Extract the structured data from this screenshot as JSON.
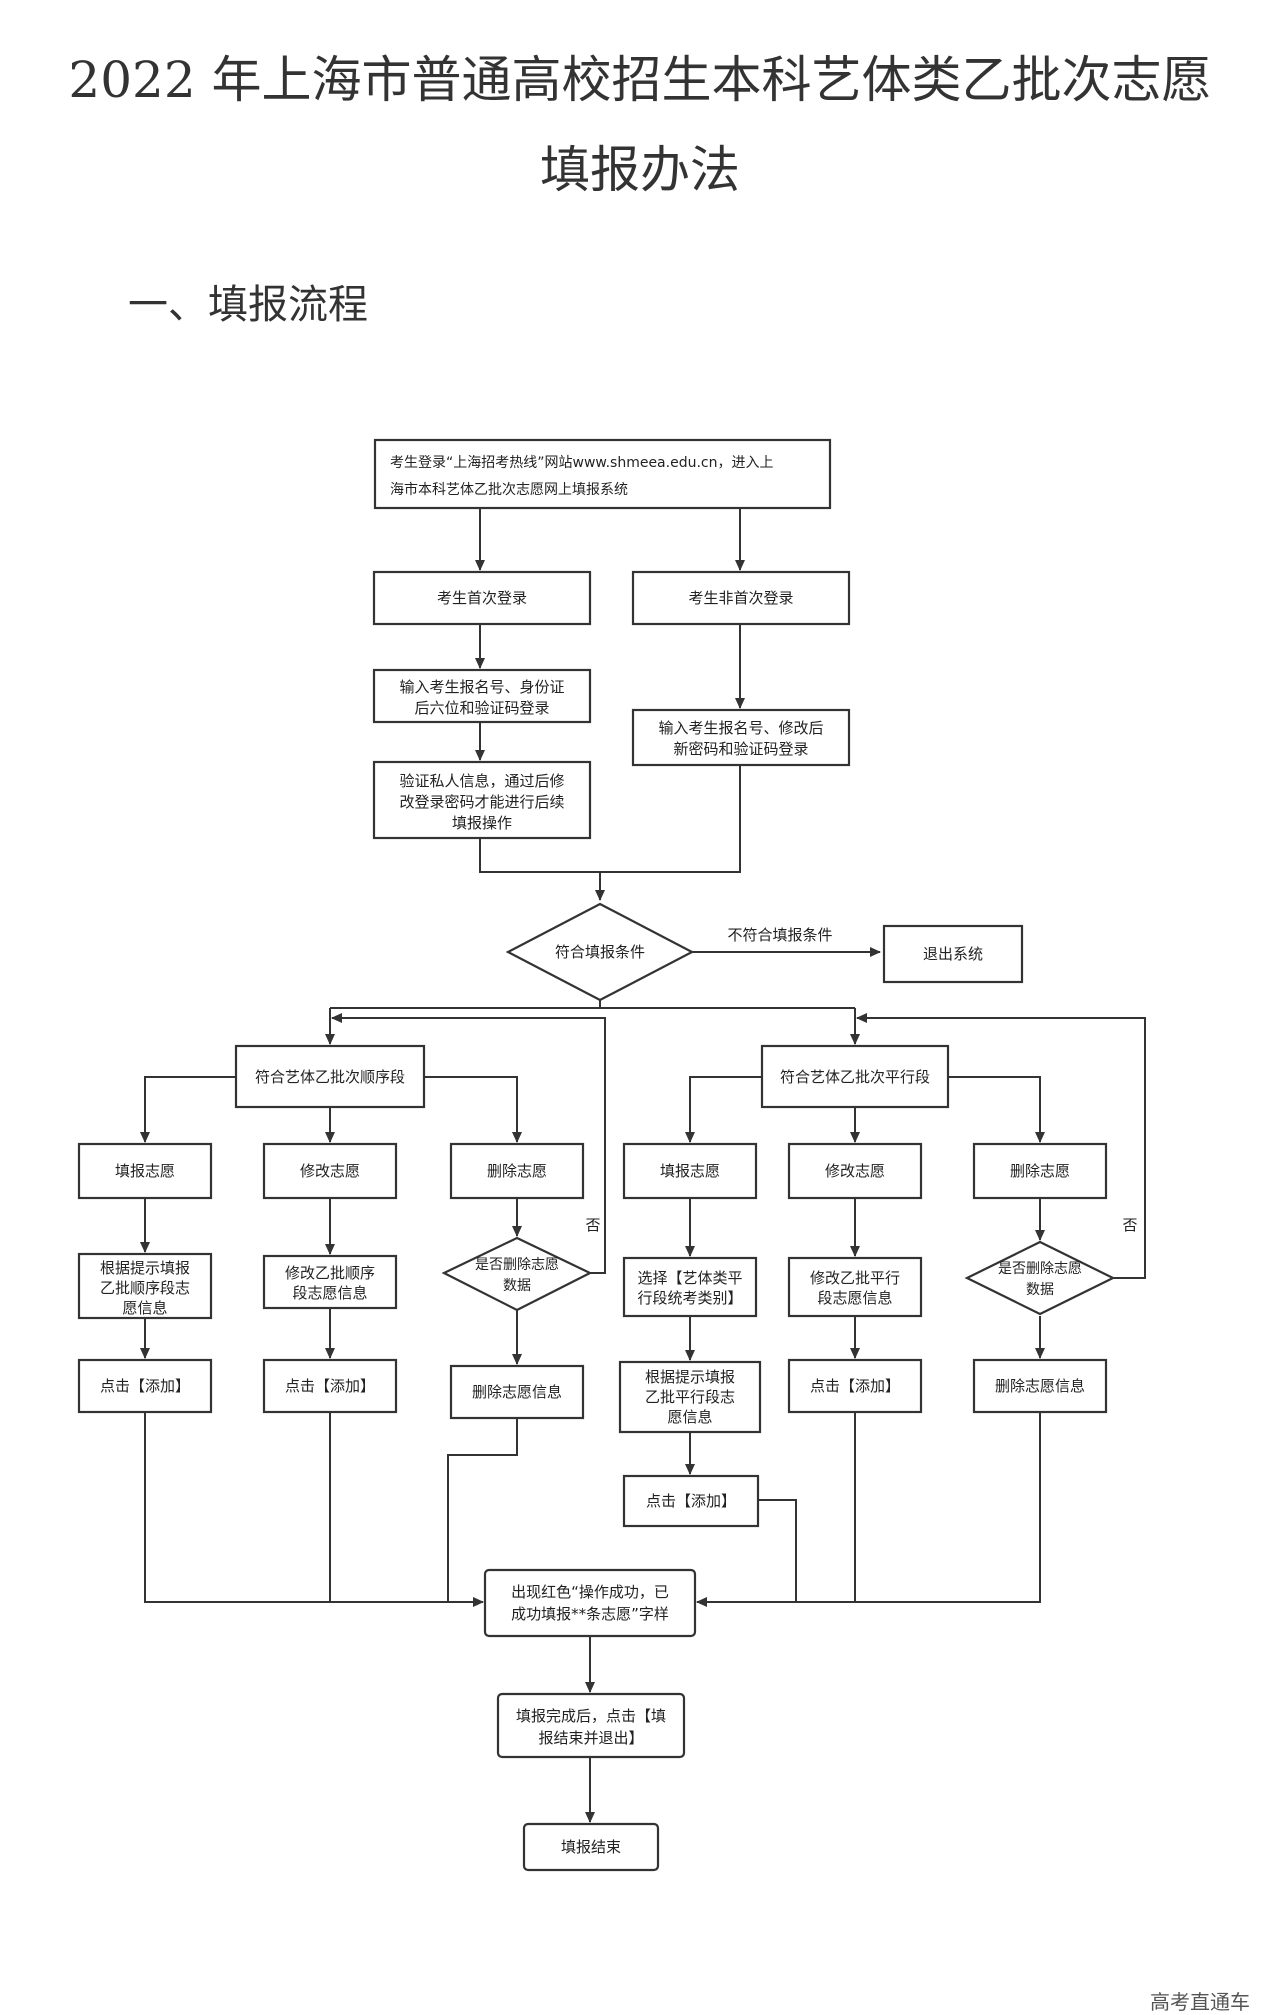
{
  "title_line1": "2022 年上海市普通高校招生本科艺体类乙批次志愿",
  "title_line2": "填报办法",
  "section": "一、填报流程",
  "watermark": "高考直通车",
  "nodes": {
    "start_1": "考生登录“上海招考热线”网站www.shmeea.edu.cn，进入上",
    "start_2": "海市本科艺体乙批次志愿网上填报系统",
    "first_login": "考生首次登录",
    "non_first_login": "考生非首次登录",
    "first_input_1": "输入考生报名号、身份证",
    "first_input_2": "后六位和验证码登录",
    "verify_1": "验证私人信息，通过后修",
    "verify_2": "改登录密码才能进行后续",
    "verify_3": "填报操作",
    "nonfirst_input_1": "输入考生报名号、修改后",
    "nonfirst_input_2": "新密码和验证码登录",
    "decision": "符合填报条件",
    "not_meet": "不符合填报条件",
    "exit": "退出系统",
    "seq": "符合艺体乙批次顺序段",
    "par": "符合艺体乙批次平行段",
    "fill": "填报志愿",
    "modify": "修改志愿",
    "delete": "删除志愿",
    "seq_fill_1": "根据提示填报",
    "seq_fill_2": "乙批顺序段志",
    "seq_fill_3": "愿信息",
    "seq_mod_1": "修改乙批顺序",
    "seq_mod_2": "段志愿信息",
    "del_q_1": "是否删除志愿",
    "del_q_2": "数据",
    "no": "否",
    "click_add": "点击【添加】",
    "del_info": "删除志愿信息",
    "par_sel_1": "选择【艺体类平",
    "par_sel_2": "行段统考类别】",
    "par_fill_1": "根据提示填报",
    "par_fill_2": "乙批平行段志",
    "par_fill_3": "愿信息",
    "par_mod_1": "修改乙批平行",
    "par_mod_2": "段志愿信息",
    "success_1": "出现红色“操作成功，已",
    "success_2": "成功填报**条志愿”字样",
    "done_1": "填报完成后，点击【填",
    "done_2": "报结束并退出】",
    "end": "填报结束"
  }
}
